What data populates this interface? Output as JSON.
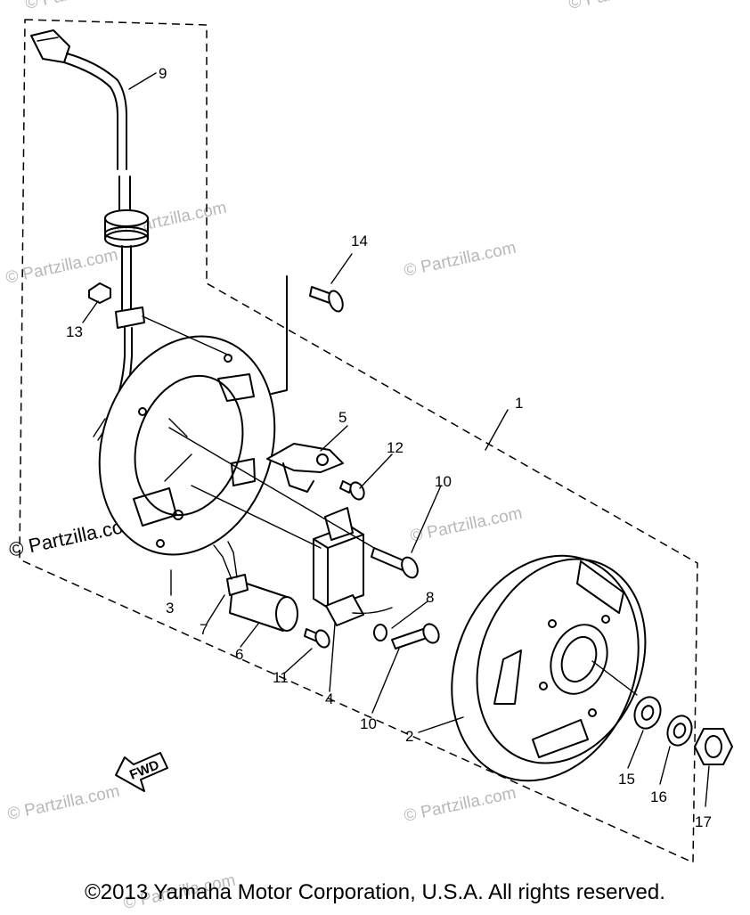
{
  "watermarks": {
    "w1": "© Partzilla.com",
    "w2": "© Partzilla.com",
    "w3": "© Partzilla.com",
    "w4": "© Partzilla.com",
    "w5": "© Partzilla.com",
    "w6": "© Partzilla.com",
    "w7": "© Partzilla.com",
    "w8": "© Partzilla.com",
    "w9": "© Partzilla.com"
  },
  "fwd_label": "FWD",
  "callouts": {
    "c1": "1",
    "c2": "2",
    "c3": "3",
    "c4": "4",
    "c5": "5",
    "c6": "6",
    "c7": "7",
    "c8": "8",
    "c9": "9",
    "c10a": "10",
    "c10b": "10",
    "c11": "11",
    "c12": "12",
    "c13": "13",
    "c14": "14",
    "c15": "15",
    "c16": "16",
    "c17": "17"
  },
  "copyright": "©2013  Yamaha Motor Corporation, U.S.A. All rights reserved."
}
